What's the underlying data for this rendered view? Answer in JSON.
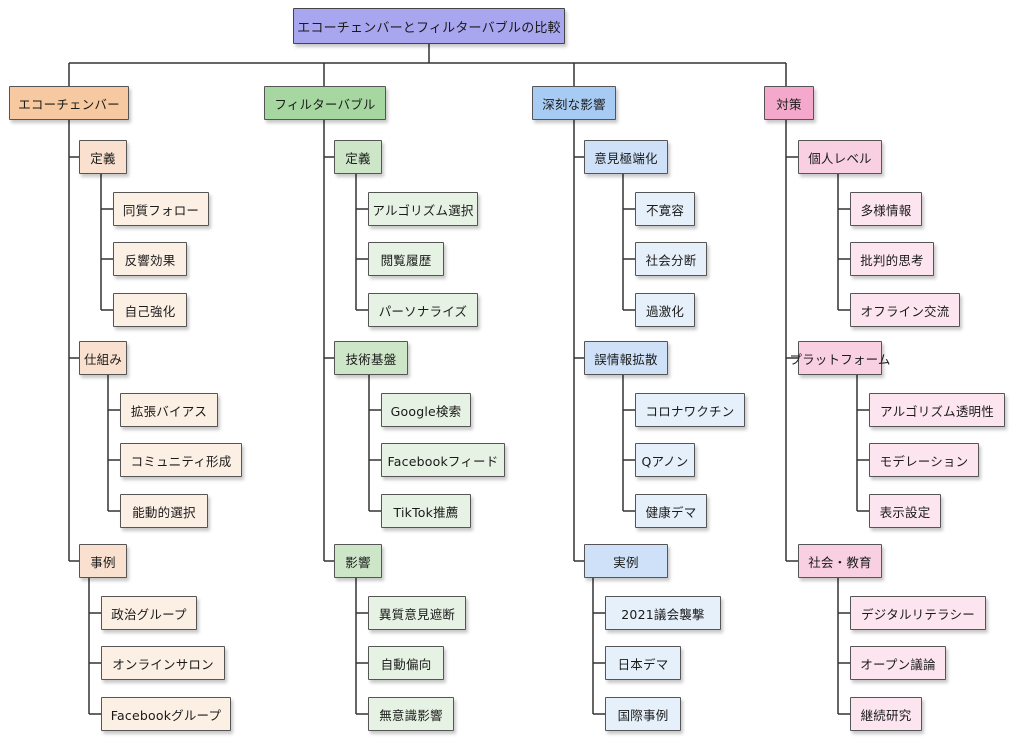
{
  "title": "エコーチェンバーとフィルターバブルの比較",
  "colors": {
    "root": "#a9a6f0",
    "echo": [
      "#f6c9a0",
      "#f9e0cf",
      "#fcefe4"
    ],
    "filter": [
      "#a7d7a0",
      "#cde6c8",
      "#e6f2e3"
    ],
    "impact": [
      "#a8cbf3",
      "#cfe1f8",
      "#e6f0fb"
    ],
    "measures": [
      "#f4a8cc",
      "#f9cfe2",
      "#fce5ef"
    ],
    "line": "#333333"
  },
  "branches": [
    {
      "label": "エコーチェンバー",
      "palette": "echo",
      "children": [
        {
          "label": "定義",
          "children": [
            "同質フォロー",
            "反響効果",
            "自己強化"
          ]
        },
        {
          "label": "仕組み",
          "children": [
            "拡張バイアス",
            "コミュニティ形成",
            "能動的選択"
          ]
        },
        {
          "label": "事例",
          "children": [
            "政治グループ",
            "オンラインサロン",
            "Facebookグループ"
          ]
        }
      ]
    },
    {
      "label": "フィルターバブル",
      "palette": "filter",
      "children": [
        {
          "label": "定義",
          "children": [
            "アルゴリズム選択",
            "閲覧履歴",
            "パーソナライズ"
          ]
        },
        {
          "label": "技術基盤",
          "children": [
            "Google検索",
            "Facebookフィード",
            "TikTok推薦"
          ]
        },
        {
          "label": "影響",
          "children": [
            "異質意見遮断",
            "自動偏向",
            "無意識影響"
          ]
        }
      ]
    },
    {
      "label": "深刻な影響",
      "palette": "impact",
      "children": [
        {
          "label": "意見極端化",
          "children": [
            "不寛容",
            "社会分断",
            "過激化"
          ]
        },
        {
          "label": "誤情報拡散",
          "children": [
            "コロナワクチン",
            "Qアノン",
            "健康デマ"
          ]
        },
        {
          "label": "実例",
          "children": [
            "2021議会襲撃",
            "日本デマ",
            "国際事例"
          ]
        }
      ]
    },
    {
      "label": "対策",
      "palette": "measures",
      "children": [
        {
          "label": "個人レベル",
          "children": [
            "多様情報",
            "批判的思考",
            "オフライン交流"
          ]
        },
        {
          "label": "プラットフォーム",
          "children": [
            "アルゴリズム透明性",
            "モデレーション",
            "表示設定"
          ]
        },
        {
          "label": "社会・教育",
          "children": [
            "デジタルリテラシー",
            "オープン議論",
            "継続研究"
          ]
        }
      ]
    }
  ]
}
